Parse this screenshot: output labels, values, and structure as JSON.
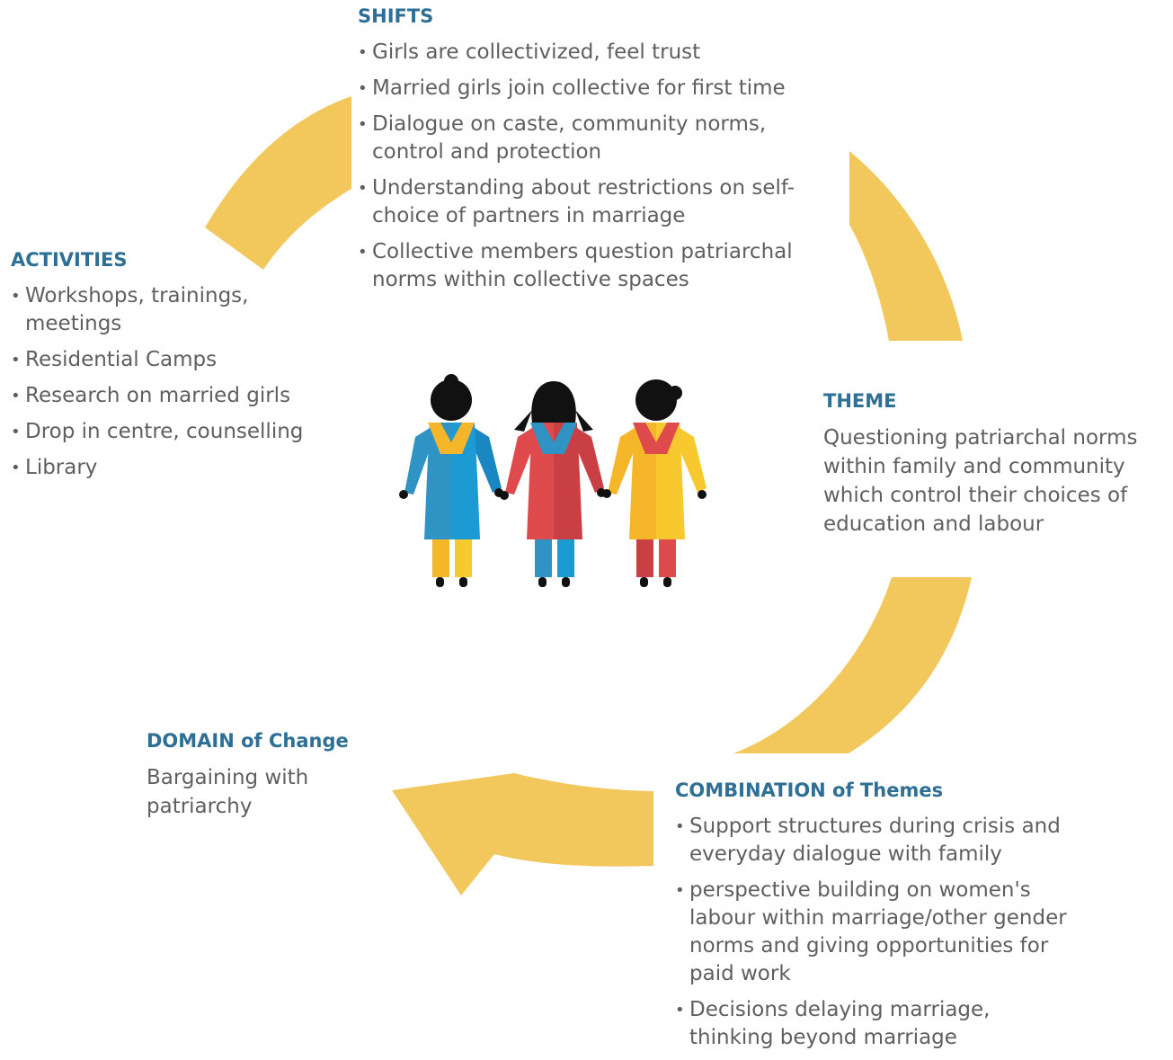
{
  "colors": {
    "heading": "#2e6f96",
    "body": "#5f5f61",
    "arrow": "#f2c75c",
    "blue": "#2f93c4",
    "red": "#df4a4d",
    "yellow": "#f6b62a",
    "black": "#111111"
  },
  "shifts": {
    "title": "SHIFTS",
    "items": [
      "Girls are collectivized, feel trust",
      "Married girls join collective for first time",
      "Dialogue on caste, community norms, control and protection",
      "Understanding about restrictions on self-choice of partners in marriage",
      "Collective members question patriarchal norms within collective spaces"
    ]
  },
  "activities": {
    "title": "ACTIVITIES",
    "items": [
      "Workshops, trainings, meetings",
      "Residential Camps",
      "Research on married girls",
      "Drop in centre, counselling",
      "Library"
    ]
  },
  "theme": {
    "title": "THEME",
    "text": "Questioning patriarchal norms within family and community which control their choices  of education and labour"
  },
  "domain": {
    "title": "DOMAIN of Change",
    "text": "Bargaining with patriarchy"
  },
  "combination": {
    "title": "COMBINATION of Themes",
    "items": [
      "Support structures during crisis and everyday dialogue with family",
      "perspective building on women's labour within marriage/other gender norms and giving opportunities for paid work",
      "Decisions delaying marriage, thinking beyond marriage"
    ]
  },
  "illustration": {
    "icon": "three-girls-holding-hands-icon",
    "figures": [
      {
        "dress": "blue",
        "collar": "yellow",
        "legs": "yellow",
        "hair": "top-knot"
      },
      {
        "dress": "red",
        "collar": "blue",
        "legs": "blue",
        "hair": "pigtails"
      },
      {
        "dress": "yellow",
        "collar": "red",
        "legs": "red",
        "hair": "side-bun"
      }
    ]
  }
}
